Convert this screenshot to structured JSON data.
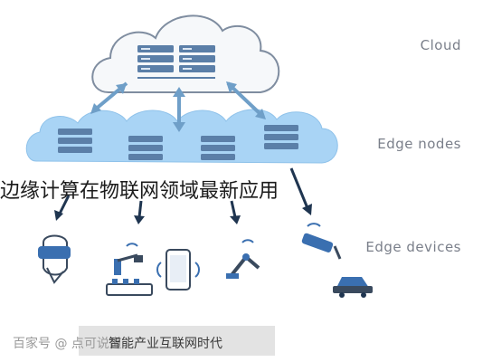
{
  "diagram": {
    "labels": {
      "cloud": "Cloud",
      "edge_nodes": "Edge nodes",
      "edge_devices": "Edge devices"
    },
    "caption": "边缘计算在物联网领域最新应用",
    "watermark": {
      "left": "百家号 @ 点可说道",
      "right": "智能产业互联网时代"
    },
    "colors": {
      "cloud_fill": "#f6f8fa",
      "cloud_stroke": "#7f8da0",
      "edge_fill": "#a9d4f5",
      "arrow": "#6f9fc8",
      "server": "#5b7fa8",
      "device_blue": "#3a6fb0",
      "dark_arrow": "#1f3550"
    },
    "icons": [
      "vr-headset-icon",
      "assembly-robot-icon",
      "smartphone-icon",
      "robot-arm-icon",
      "security-camera-icon",
      "car-icon"
    ]
  }
}
